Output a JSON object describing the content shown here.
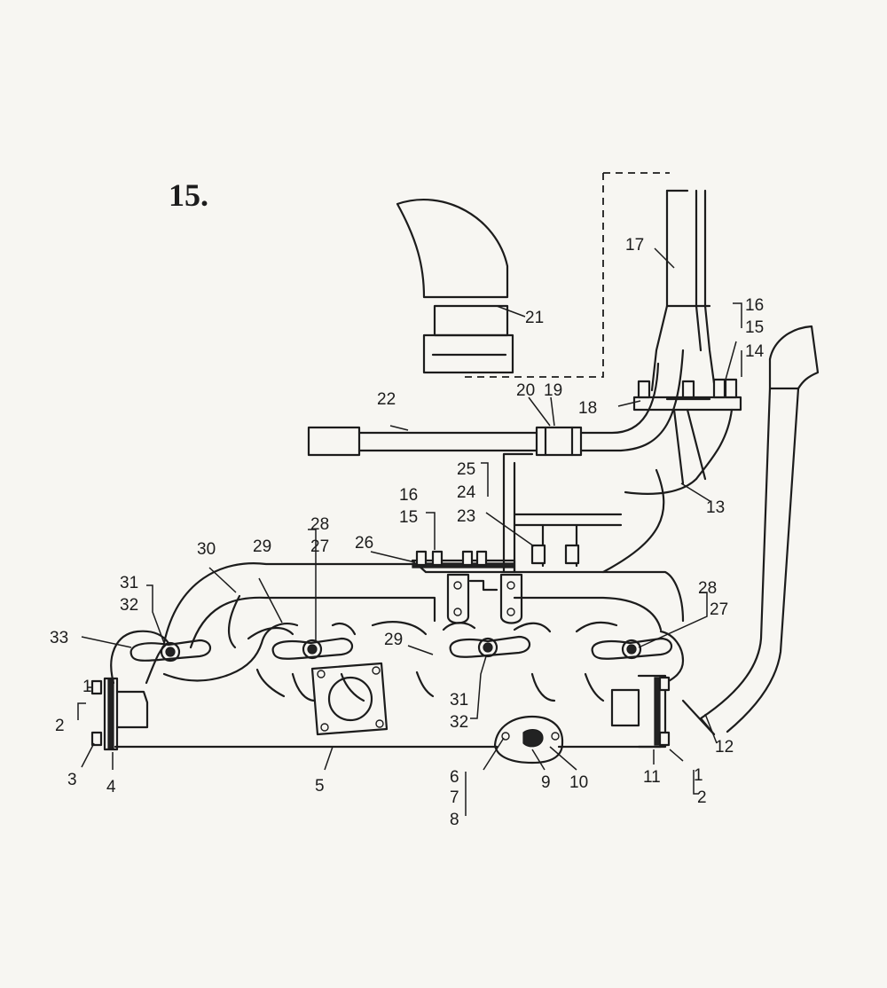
{
  "figure": {
    "number": "15."
  },
  "callouts": [
    {
      "id": "l1a",
      "text": "1"
    },
    {
      "id": "l2a",
      "text": "2"
    },
    {
      "id": "l3",
      "text": "3"
    },
    {
      "id": "l4",
      "text": "4"
    },
    {
      "id": "l5",
      "text": "5"
    },
    {
      "id": "l6",
      "text": "6"
    },
    {
      "id": "l7",
      "text": "7"
    },
    {
      "id": "l8",
      "text": "8"
    },
    {
      "id": "l9",
      "text": "9"
    },
    {
      "id": "l10",
      "text": "10"
    },
    {
      "id": "l11",
      "text": "11"
    },
    {
      "id": "l1b",
      "text": "1"
    },
    {
      "id": "l2b",
      "text": "2"
    },
    {
      "id": "l12",
      "text": "12"
    },
    {
      "id": "l13",
      "text": "13"
    },
    {
      "id": "l14",
      "text": "14"
    },
    {
      "id": "l15a",
      "text": "15"
    },
    {
      "id": "l16a",
      "text": "16"
    },
    {
      "id": "l17",
      "text": "17"
    },
    {
      "id": "l18",
      "text": "18"
    },
    {
      "id": "l19",
      "text": "19"
    },
    {
      "id": "l20",
      "text": "20"
    },
    {
      "id": "l21",
      "text": "21"
    },
    {
      "id": "l22",
      "text": "22"
    },
    {
      "id": "l23",
      "text": "23"
    },
    {
      "id": "l24",
      "text": "24"
    },
    {
      "id": "l25",
      "text": "25"
    },
    {
      "id": "l26",
      "text": "26"
    },
    {
      "id": "l16b",
      "text": "16"
    },
    {
      "id": "l15b",
      "text": "15"
    },
    {
      "id": "l27a",
      "text": "27"
    },
    {
      "id": "l28a",
      "text": "28"
    },
    {
      "id": "l29a",
      "text": "29"
    },
    {
      "id": "l30",
      "text": "30"
    },
    {
      "id": "l31a",
      "text": "31"
    },
    {
      "id": "l32a",
      "text": "32"
    },
    {
      "id": "l33",
      "text": "33"
    },
    {
      "id": "l29b",
      "text": "29"
    },
    {
      "id": "l31b",
      "text": "31"
    },
    {
      "id": "l32b",
      "text": "32"
    },
    {
      "id": "l27b",
      "text": "27"
    },
    {
      "id": "l28b",
      "text": "28"
    }
  ]
}
